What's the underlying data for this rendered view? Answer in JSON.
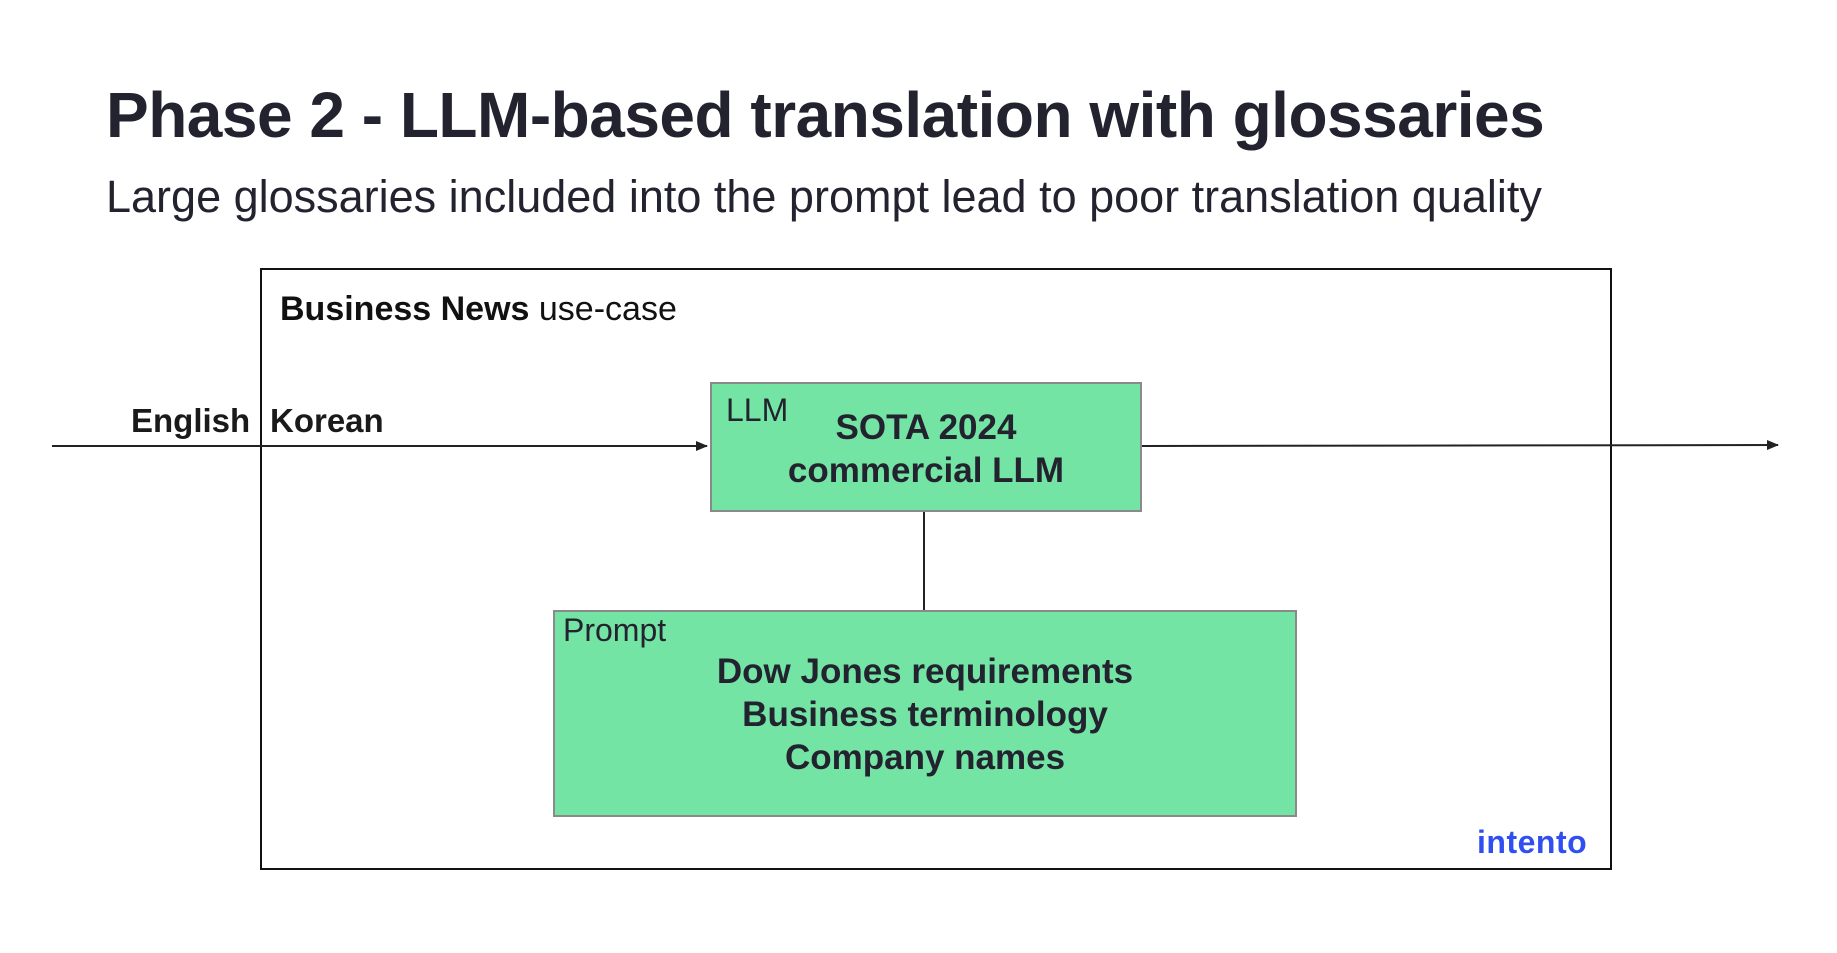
{
  "header": {
    "title": "Phase 2 - LLM-based translation with glossaries",
    "subtitle": "Large glossaries included into the prompt lead to poor translation quality"
  },
  "use_case": {
    "name": "Business News",
    "suffix": " use-case"
  },
  "languages": {
    "source": "English",
    "target": "Korean"
  },
  "llm_box": {
    "tag": "LLM",
    "lines": [
      "SOTA 2024",
      "commercial LLM"
    ]
  },
  "prompt_box": {
    "tag": "Prompt",
    "lines": [
      "Dow Jones requirements",
      "Business terminology",
      "Company names"
    ]
  },
  "logo": {
    "text": "intento",
    "color": "#2f4ff0"
  },
  "colors": {
    "box_fill": "#74e4a4",
    "box_border": "#8a8a8a",
    "frame_border": "#111111"
  }
}
